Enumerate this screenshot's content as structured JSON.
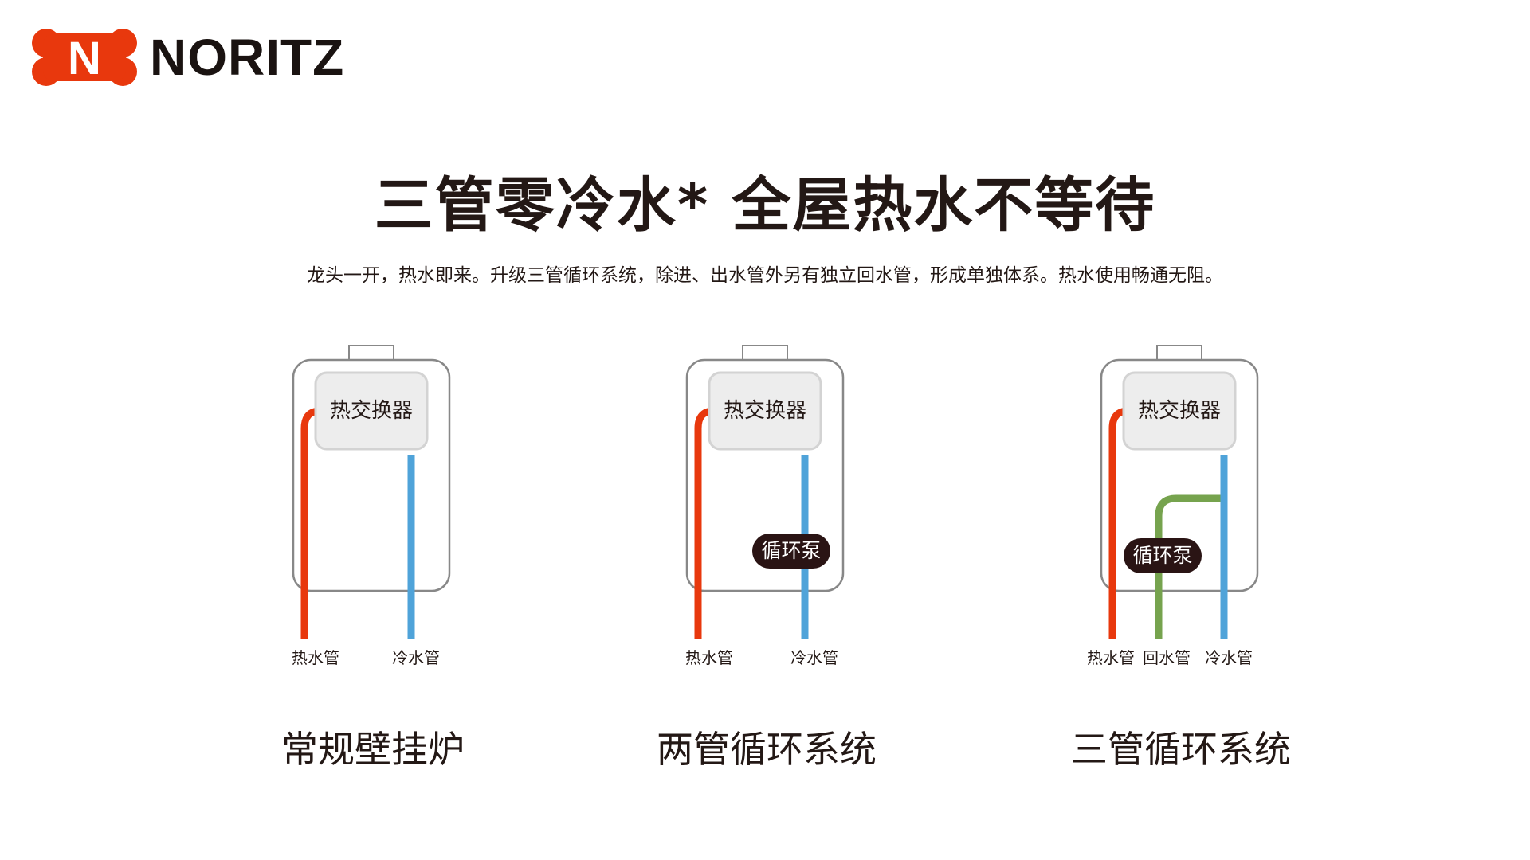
{
  "brand": {
    "name": "NORITZ",
    "color": "#E8380D",
    "icon": "noritz-logo-mark"
  },
  "headline": {
    "title": "三管零冷水* 全屋热水不等待",
    "subtitle": "龙头一开，热水即来。升级三管循环系统，除进、出水管外另有独立回水管，形成单独体系。热水使用畅通无阻。"
  },
  "colors": {
    "hot_pipe": "#E8380D",
    "cold_pipe": "#4FA3D9",
    "return_pipe": "#76A34E",
    "pump": "#2A1414",
    "heat_exchanger": "#EDEDED",
    "outline": "#888888"
  },
  "systems": [
    {
      "heat_exchanger": "热交换器",
      "hot_pipe": "热水管",
      "cold_pipe": "冷水管",
      "name": "常规壁挂炉"
    },
    {
      "heat_exchanger": "热交换器",
      "pump": "循环泵",
      "hot_pipe": "热水管",
      "cold_pipe": "冷水管",
      "name": "两管循环系统"
    },
    {
      "heat_exchanger": "热交换器",
      "pump": "循环泵",
      "hot_pipe": "热水管",
      "return_pipe": "回水管",
      "cold_pipe": "冷水管",
      "name": "三管循环系统"
    }
  ]
}
